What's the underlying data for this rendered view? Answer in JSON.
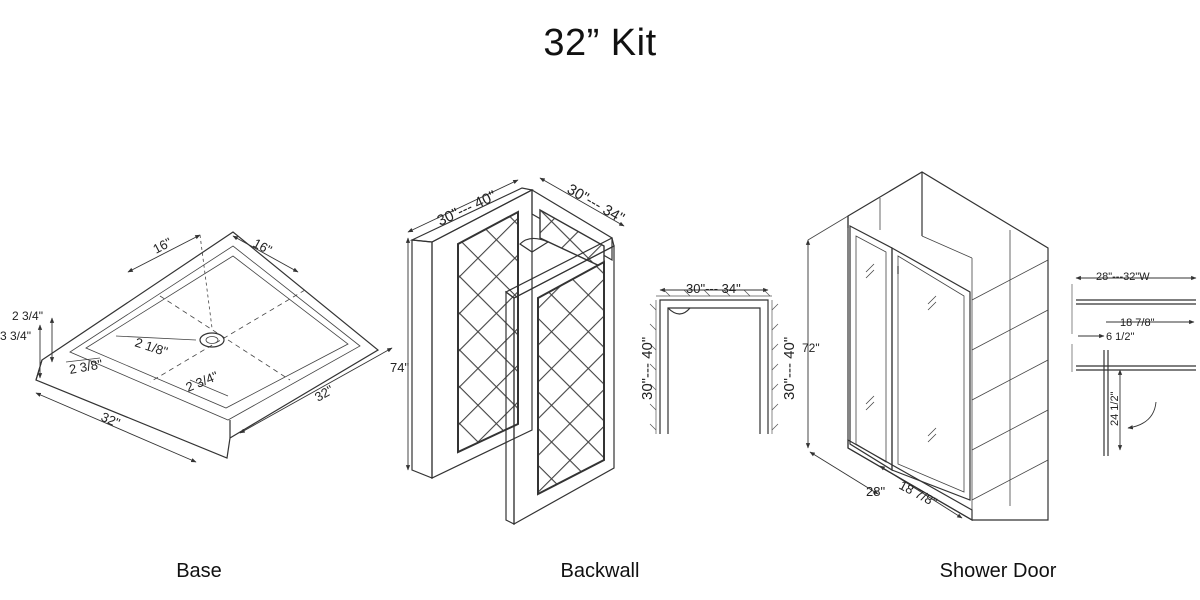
{
  "title": "32” Kit",
  "sections": {
    "base": {
      "caption": "Base",
      "dims": {
        "top_left": "16\"",
        "top_right": "16\"",
        "height_a": "2 3/4\"",
        "height_b": "3 3/4\"",
        "drain_offset": "2 1/8\"",
        "lip_left": "2 3/8\"",
        "lip_front": "2 3/4\"",
        "width_left": "32\"",
        "width_right": "32\""
      }
    },
    "backwall": {
      "caption": "Backwall",
      "dims": {
        "left_width": "30\"--- 40\"",
        "right_width": "30\"--- 34\"",
        "height": "74\"",
        "plan_width": "30\"--- 34\"",
        "plan_left": "30\"--- 40\"",
        "plan_right": "30\"--- 40\""
      }
    },
    "door": {
      "caption": "Shower Door",
      "dims": {
        "height": "72\"",
        "depth": "28\"",
        "opening": "18 7/8\"",
        "plan_width": "28\"---32\"W",
        "plan_opening": "18 7/8\"",
        "plan_offset": "6 1/2\"",
        "swing": "24 1/2\""
      }
    }
  },
  "colors": {
    "line": "#333333",
    "background": "#ffffff"
  }
}
